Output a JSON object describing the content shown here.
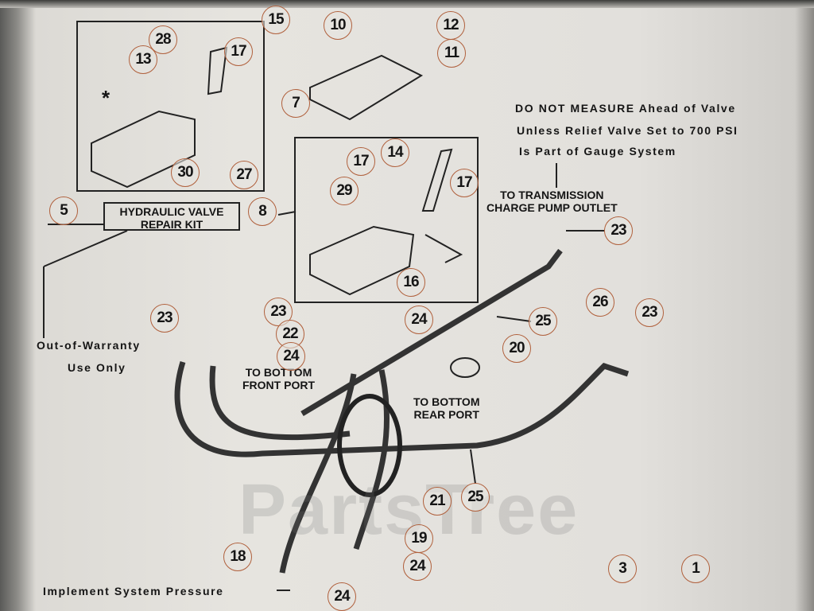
{
  "watermark": "PartsTree",
  "notes": {
    "measure_line1": "DO NOT MEASURE Ahead of Valve",
    "measure_line2": "Unless Relief Valve Set to 700 PSI",
    "measure_line3": "Is Part of Gauge System",
    "transmission_line1": "TO TRANSMISSION",
    "transmission_line2": "CHARGE PUMP OUTLET",
    "kit_line1": "HYDRAULIC VALVE",
    "kit_line2": "REPAIR KIT",
    "warranty_line1": "Out-of-Warranty",
    "warranty_line2": "Use Only",
    "front_port_line1": "TO BOTTOM",
    "front_port_line2": "FRONT PORT",
    "rear_port_line1": "TO BOTTOM",
    "rear_port_line2": "REAR PORT",
    "implement": "Implement System Pressure",
    "asterisk": "*"
  },
  "callouts": [
    "15",
    "10",
    "12",
    "11",
    "28",
    "17",
    "13",
    "7",
    "30",
    "27",
    "5",
    "8",
    "17",
    "14",
    "17",
    "29",
    "16",
    "23",
    "23",
    "23",
    "22",
    "24",
    "24",
    "25",
    "26",
    "23",
    "20",
    "21",
    "25",
    "19",
    "18",
    "24",
    "24",
    "3",
    "1"
  ]
}
